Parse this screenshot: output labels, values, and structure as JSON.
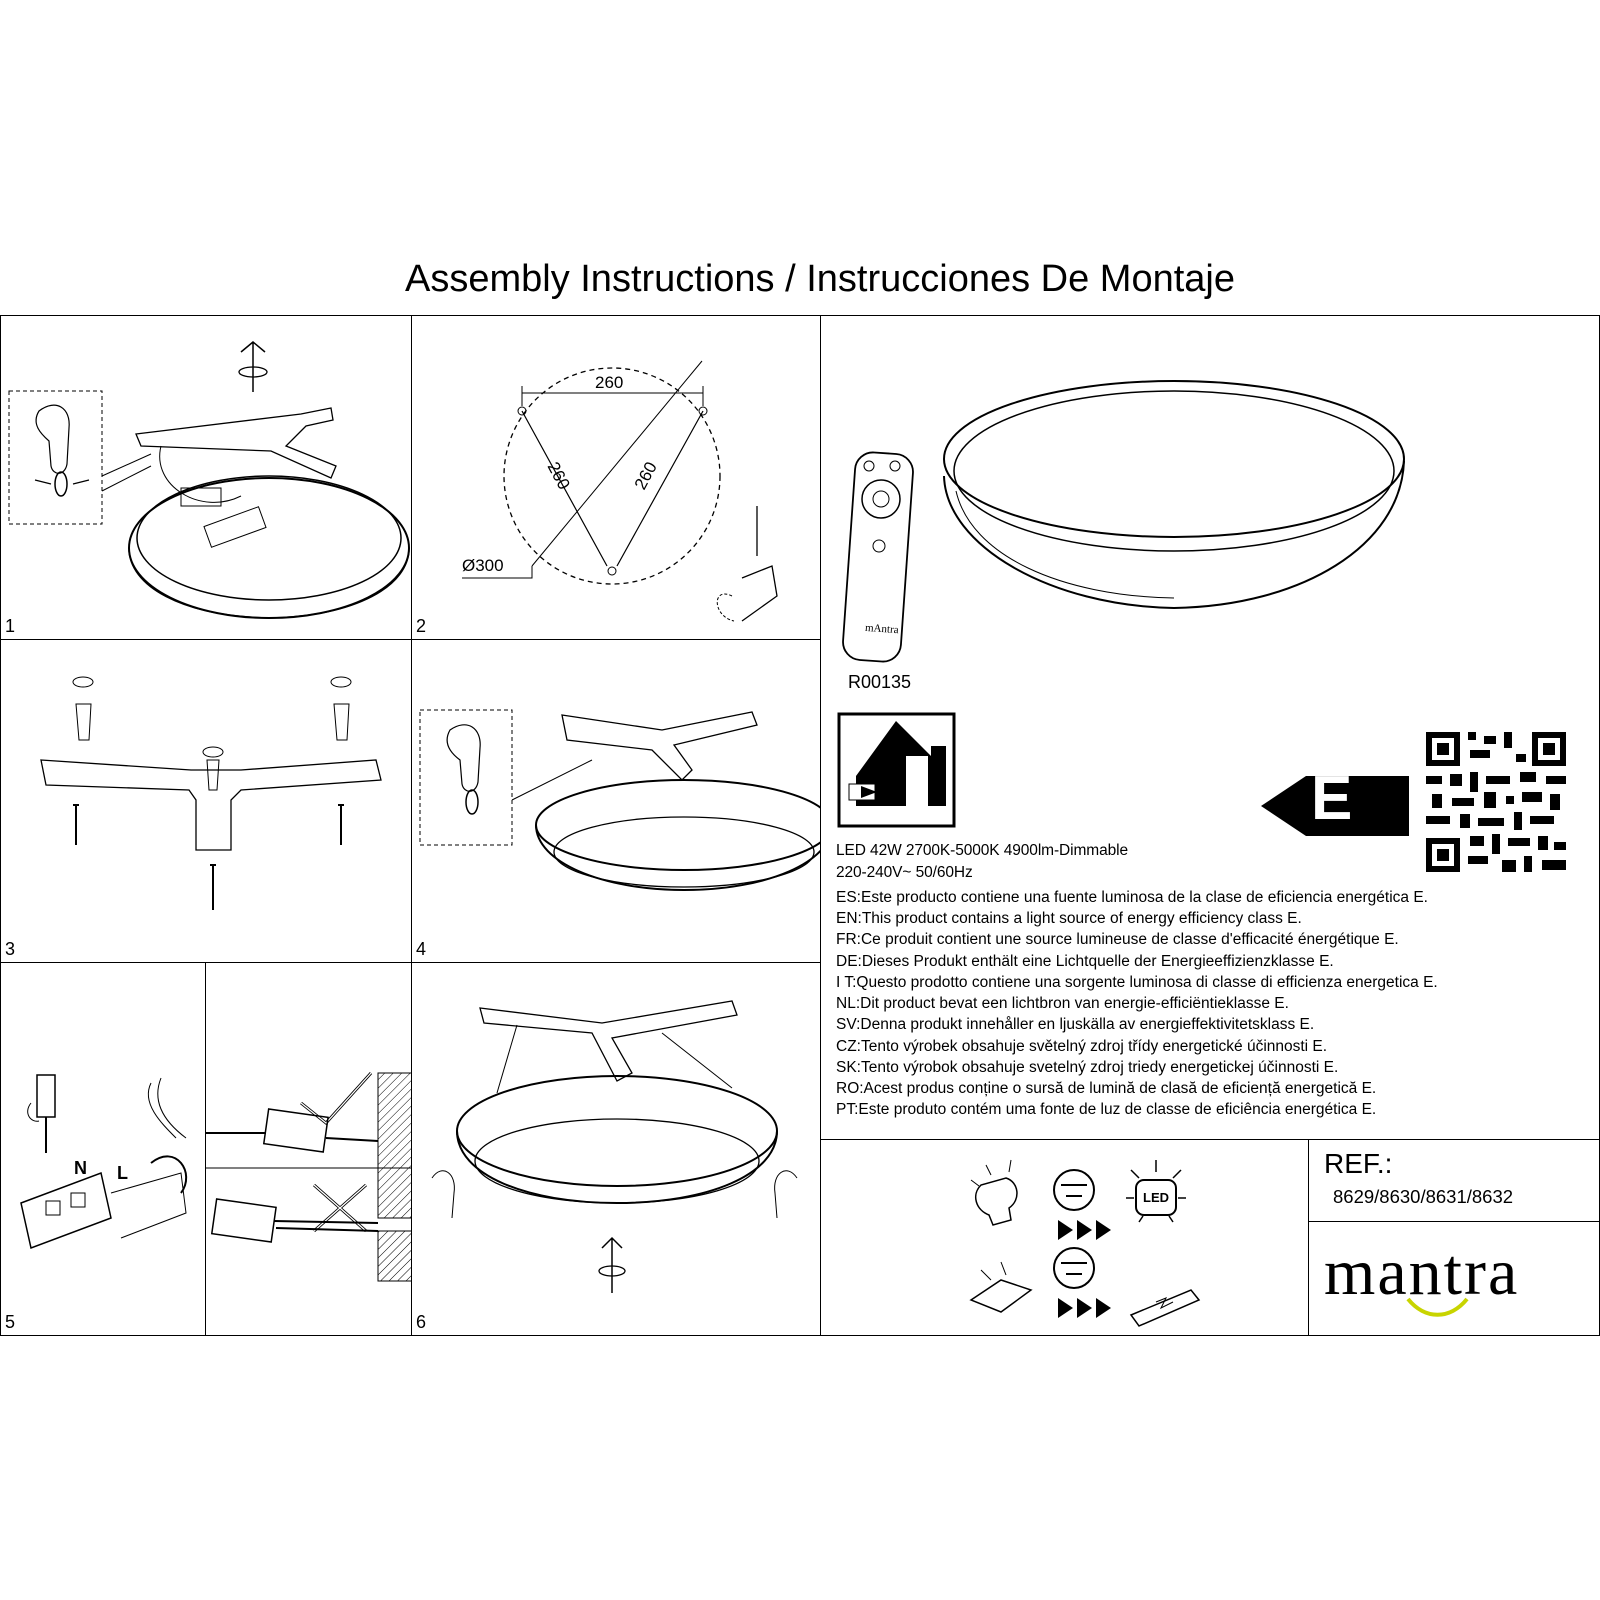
{
  "title": "Assembly Instructions / Instrucciones De Montaje",
  "steps": [
    {
      "number": "1"
    },
    {
      "number": "2"
    },
    {
      "number": "3"
    },
    {
      "number": "4"
    },
    {
      "number": "5"
    },
    {
      "number": "6"
    }
  ],
  "dimensions": {
    "side_top": "260",
    "side_left": "260",
    "side_right": "260",
    "diameter": "Ø300"
  },
  "step5_labels": {
    "n": "N",
    "l": "L"
  },
  "remote": {
    "model": "R00135",
    "brand": "mAntra"
  },
  "specs": {
    "line1": "LED 42W  2700K-5000K  4900lm-Dimmable",
    "line2": "220-240V~  50/60Hz"
  },
  "energy_class": "E",
  "led_label": "LED",
  "efficiency_statements": [
    "ES:Este producto contiene una fuente luminosa de la clase de eficiencia energética E.",
    "EN:This product contains a light source of energy efficiency class E.",
    "FR:Ce produit contient une source lumineuse de classe d'efficacité énergétique E.",
    "DE:Dieses Produkt enthält eine Lichtquelle der Energieeffizienzklasse E.",
    "I T:Questo prodotto contiene una sorgente luminosa di classe di efficienza energetica E.",
    "NL:Dit product bevat een lichtbron van energie-efficiëntieklasse E.",
    "SV:Denna produkt innehåller en ljuskälla av energieffektivitetsklass E.",
    "CZ:Tento výrobek obsahuje světelný zdroj třídy energetické účinnosti E.",
    "SK:Tento výrobok obsahuje svetelný zdroj triedy energetickej účinnosti E.",
    "RO:Acest produs conține o sursă de lumină de clasă de eficiență energetică E.",
    "PT:Este produto contém uma fonte de luz de classe de eficiência energética E."
  ],
  "ref": {
    "label": "REF.:",
    "value": "8629/8630/8631/8632"
  },
  "brand_logo": "mantra",
  "colors": {
    "ink": "#000000",
    "logo_accent": "#c8d400"
  }
}
